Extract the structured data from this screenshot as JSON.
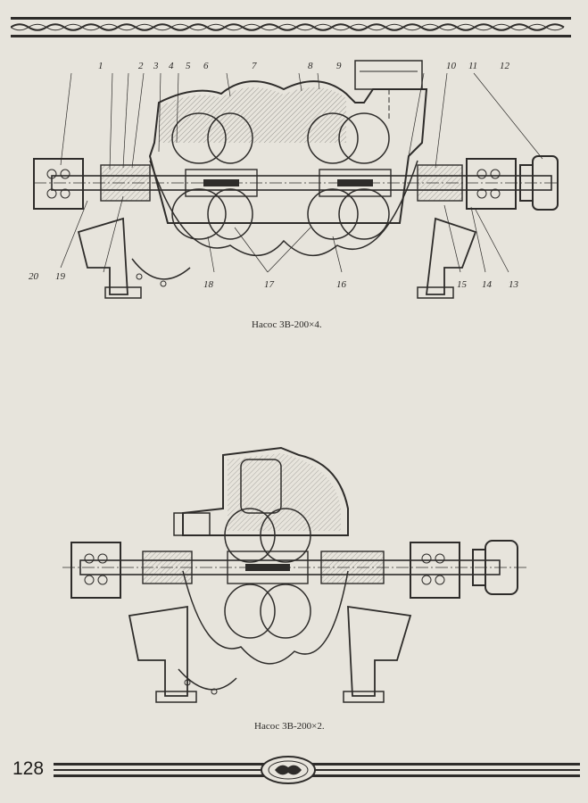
{
  "page": {
    "page_number": "128",
    "figure1": {
      "caption": "Насос 3В-200×4.",
      "callouts": [
        "1",
        "2",
        "3",
        "4",
        "5",
        "6",
        "7",
        "8",
        "9",
        "10",
        "11",
        "12",
        "13",
        "14",
        "15",
        "16",
        "17",
        "18",
        "19",
        "20"
      ]
    },
    "figure2": {
      "caption": "Насос 3В-200×2."
    }
  },
  "colors": {
    "paper": "#e7e4dc",
    "ink": "#2e2c2a"
  },
  "icons": {
    "top_ornament": "decorative-wave-border",
    "bottom_ornament": "emblem-ornament"
  }
}
